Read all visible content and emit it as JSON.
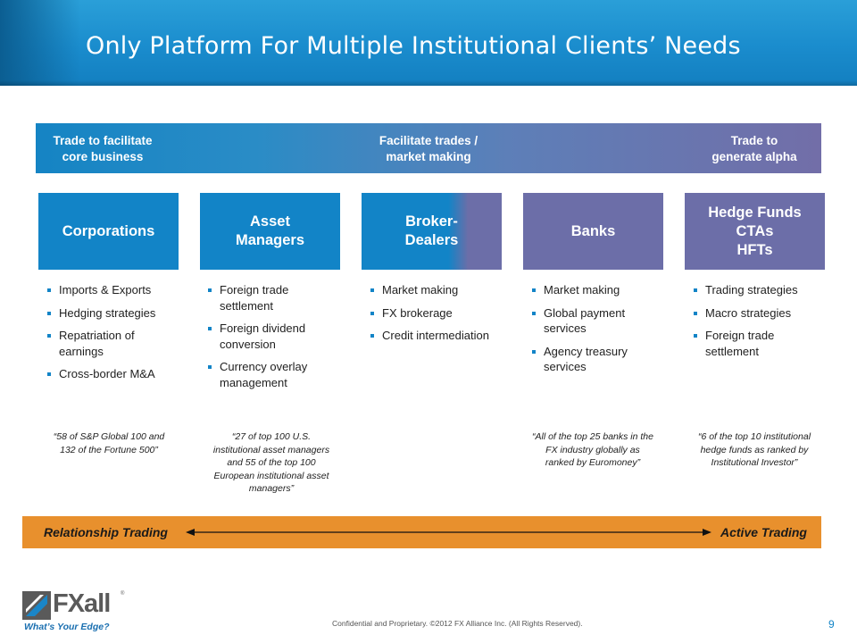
{
  "slide": {
    "title": "Only Platform For Multiple Institutional Clients’ Needs",
    "spectrum": {
      "left": "Trade to facilitate\ncore business",
      "center": "Facilitate trades /\nmarket making",
      "right": "Trade to\ngenerate alpha"
    },
    "segments": [
      {
        "name": "Corporations",
        "bullets": [
          "Imports & Exports",
          "Hedging strategies",
          "Repatriation of earnings",
          "Cross-border M&A"
        ],
        "quote": "“58 of S&P Global 100 and 132 of the Fortune 500”"
      },
      {
        "name": "Asset\nManagers",
        "bullets": [
          "Foreign trade settlement",
          "Foreign dividend conversion",
          "Currency overlay management"
        ],
        "quote": "“27 of top 100 U.S. institutional asset managers and 55 of the top 100 European institutional asset managers”"
      },
      {
        "name": "Broker-\nDealers",
        "bullets": [
          "Market making",
          "FX brokerage",
          "Credit intermediation"
        ],
        "quote": ""
      },
      {
        "name": "Banks",
        "bullets": [
          "Market making",
          "Global payment services",
          "Agency treasury services"
        ],
        "quote": "“All of the top 25 banks in the FX industry globally as ranked by Euromoney”"
      },
      {
        "name": "Hedge Funds\nCTAs\nHFTs",
        "bullets": [
          "Trading strategies",
          "Macro strategies",
          "Foreign trade settlement"
        ],
        "quote": "“6 of the top 10 institutional hedge funds as ranked by Institutional Investor”"
      }
    ],
    "trading": {
      "left": "Relationship Trading",
      "right": "Active Trading"
    },
    "footer": "Confidential and Proprietary. ©2012 FX Alliance Inc. (All Rights Reserved).",
    "page_number": "9"
  },
  "logo": {
    "name": "FXall",
    "registered": "®",
    "tagline": "What’s Your Edge?"
  },
  "colors": {
    "primary_blue": "#1284c7",
    "purple": "#6c6ea8",
    "orange": "#e8902d"
  }
}
